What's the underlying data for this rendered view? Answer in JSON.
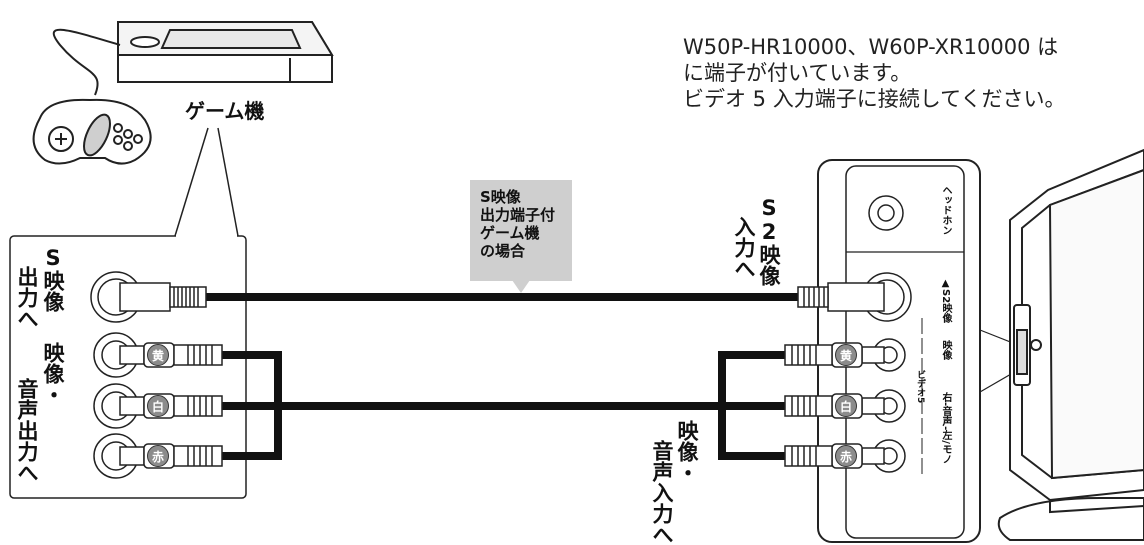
{
  "note": {
    "line1": "W50P-HR10000、W60P-XR10000 は",
    "line2": "に端子が付いています。",
    "line3": "ビデオ 5 入力端子に接続してください。"
  },
  "console": {
    "label": "ゲーム機"
  },
  "callout": {
    "line1": "S映像",
    "line2": "出力端子付",
    "line3": "ゲーム機",
    "line4": "の場合"
  },
  "source_panel": {
    "s_out_col1": "S映像",
    "s_out_col2": "出力へ",
    "av_out_col1": "映像・",
    "av_out_col2": "音声出力へ"
  },
  "tv_side": {
    "s2_in_col1": "S2映像",
    "s2_in_col2": "入力へ",
    "av_in_col1": "映像・",
    "av_in_col2": "音声入力へ"
  },
  "tv_panel": {
    "headphone": "ヘッドホン",
    "s2_video": "▲S2映像",
    "video": "映像",
    "audio": "右-音声-左/モノ",
    "video5": "ビデオ5"
  },
  "connectors": {
    "yellow": "黄",
    "white": "白",
    "red": "赤"
  }
}
